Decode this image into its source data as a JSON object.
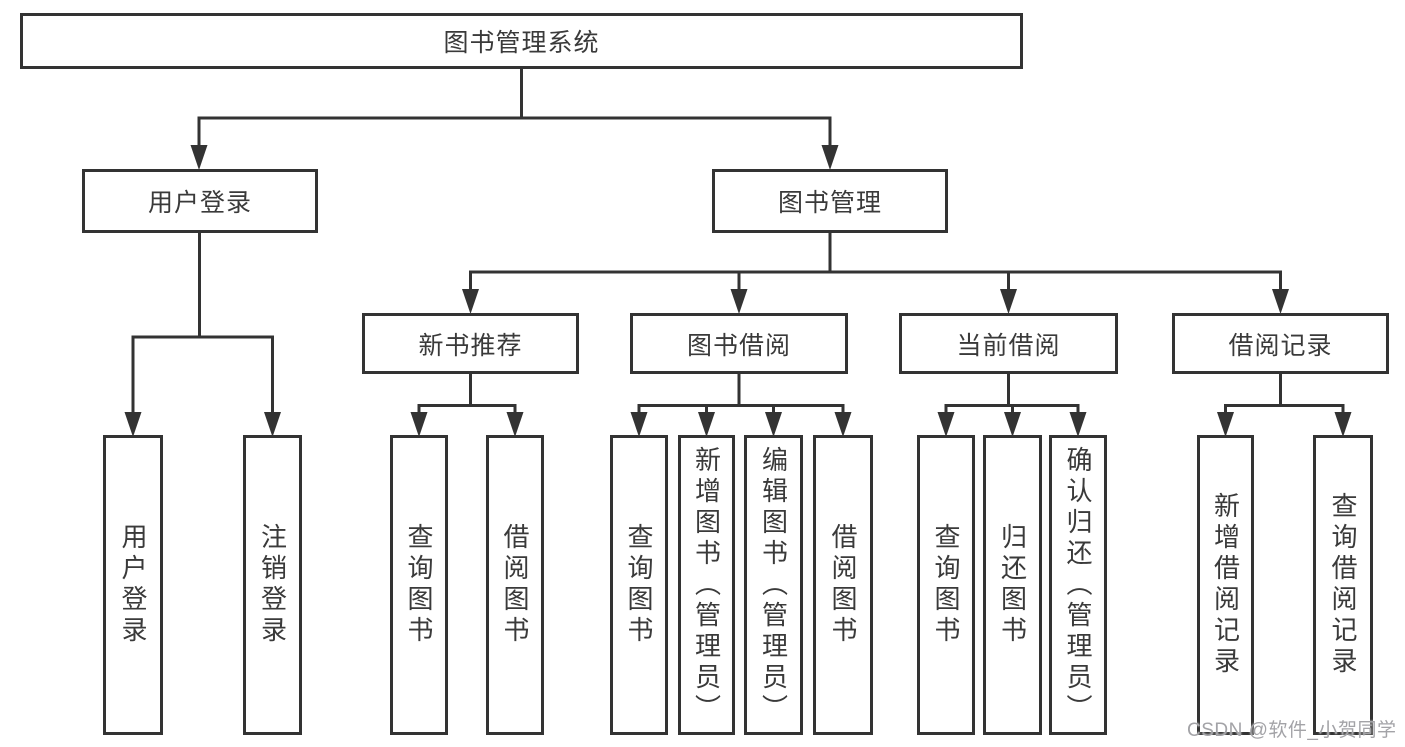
{
  "watermark": {
    "text": "CSDN @软件_小贺同学"
  },
  "colors": {
    "background": "#ffffff",
    "line": "#333333",
    "box_border": "#333333",
    "text": "#3a3a3a",
    "watermark_text": "#a3a3a7"
  },
  "tree": {
    "root": {
      "label": "图书管理系统"
    },
    "level2": [
      {
        "label": "用户登录"
      },
      {
        "label": "图书管理"
      }
    ],
    "level3": [
      {
        "label": "新书推荐",
        "parent": "图书管理"
      },
      {
        "label": "图书借阅",
        "parent": "图书管理"
      },
      {
        "label": "当前借阅",
        "parent": "图书管理"
      },
      {
        "label": "借阅记录",
        "parent": "图书管理"
      }
    ],
    "leaves": [
      {
        "label": "用户登录",
        "parent": "用户登录"
      },
      {
        "label": "注销登录",
        "parent": "用户登录"
      },
      {
        "label": "查询图书",
        "parent": "新书推荐"
      },
      {
        "label": "借阅图书",
        "parent": "新书推荐"
      },
      {
        "label": "查询图书",
        "parent": "图书借阅"
      },
      {
        "label": "新增图书（管理员）",
        "parent": "图书借阅"
      },
      {
        "label": "编辑图书（管理员）",
        "parent": "图书借阅"
      },
      {
        "label": "借阅图书",
        "parent": "图书借阅"
      },
      {
        "label": "查询图书",
        "parent": "当前借阅"
      },
      {
        "label": "归还图书",
        "parent": "当前借阅"
      },
      {
        "label": "确认归还（管理员）",
        "parent": "当前借阅"
      },
      {
        "label": "新增借阅记录",
        "parent": "借阅记录"
      },
      {
        "label": "查询借阅记录",
        "parent": "借阅记录"
      }
    ]
  }
}
